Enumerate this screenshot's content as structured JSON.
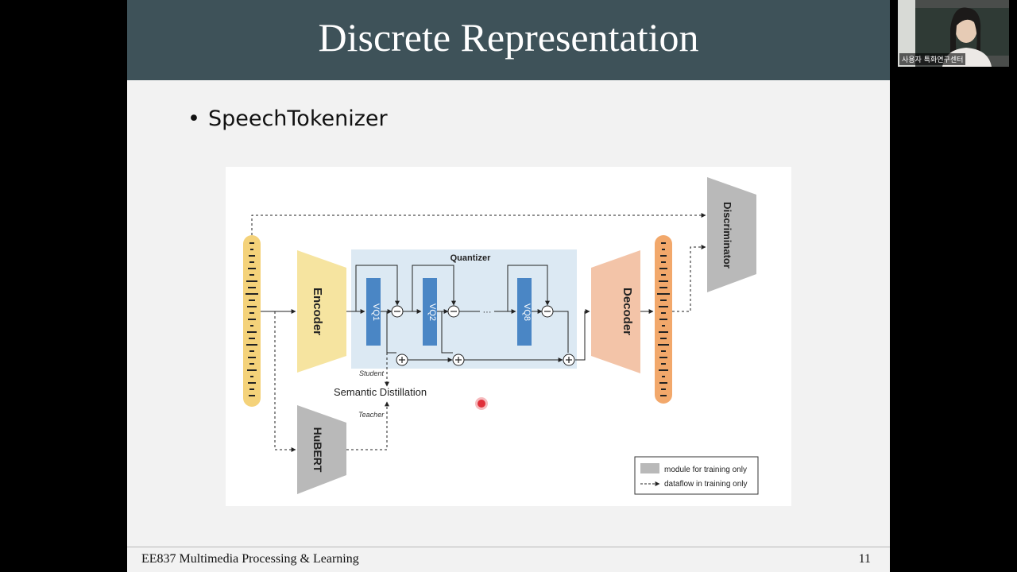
{
  "slide": {
    "title": "Discrete Representation",
    "bullet": "SpeechTokenizer",
    "footer_left": "EE837 Multimedia Processing & Learning",
    "page_number": "11"
  },
  "diagram": {
    "quantizer": "Quantizer",
    "encoder": "Encoder",
    "decoder": "Decoder",
    "discriminator": "Discriminator",
    "hubert": "HuBERT",
    "vq1": "VQ1",
    "vq2": "VQ2",
    "vq8": "VQ8",
    "ellipsis": "···",
    "student": "Student",
    "teacher": "Teacher",
    "semantic_distillation": "Semantic Distillation",
    "legend_module": "module for training only",
    "legend_dataflow": "dataflow in training only"
  },
  "webcam": {
    "label": "사용자 특화연구센터"
  },
  "colors": {
    "header_bg": "#3e5259",
    "encoder": "#f6e4a0",
    "decoder": "#f3c4a8",
    "quantizer_bg": "#dce9f3",
    "vq": "#4a86c5",
    "training_module": "#b9b9b9",
    "waveform_in": "#f4d27a",
    "waveform_out": "#f2a86b",
    "pointer": "#e0303a"
  }
}
